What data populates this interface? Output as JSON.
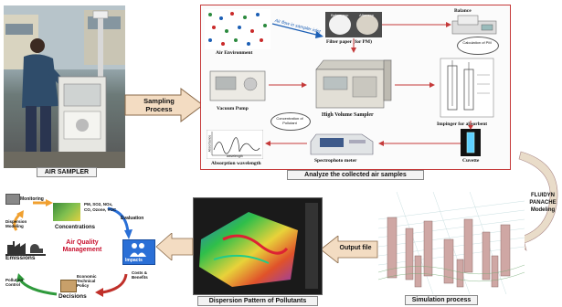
{
  "air_sampler": {
    "caption": "AIR SAMPLER"
  },
  "sampling": {
    "label": "Sampling Process"
  },
  "analysis": {
    "caption": "Analyze the collected air samples",
    "air_environment": "Air Environment",
    "airflow": "Air flow in sampler inlet",
    "filter": "Filter paper (for PM)",
    "before": "Before exp",
    "after": "After exp",
    "balance": "Balance",
    "calc_label": "Calculation of PM",
    "vacuum": "Vacuum Pump",
    "hvs": "High Volume Sampler",
    "impinger": "Impinger for absorbent",
    "absorption": "Absorption wavelength",
    "spectro": "Spectrophoto meter",
    "cuvette": "Cuvette",
    "conc_label": "Concentration of Pollutant",
    "wavelength": "wavelength",
    "absorbance": "Absorbance"
  },
  "fluidyn": {
    "label": "FLUIDYN PANACHE Modeling"
  },
  "simulation": {
    "caption": "Simulation process"
  },
  "output_file": {
    "label": "Output file"
  },
  "dispersion": {
    "caption": "Dispersion Pattern of Pollutants"
  },
  "aqm": {
    "title": "Air Quality Management",
    "monitoring": "Monitoring",
    "dispersion_modeling": "Dispersion Modeling",
    "concentrations": "Concentrations",
    "pollutants": "PM, SO2, NOx, CO, Ozone, VOC",
    "evaluation": "Evaluation",
    "impacts": "Impacts",
    "emissions": "Emissions",
    "costs": "Costs & Benefits",
    "economic": "Economic Technical Policy",
    "pollution_control": "Pollution Control",
    "decisions": "Decisions"
  }
}
